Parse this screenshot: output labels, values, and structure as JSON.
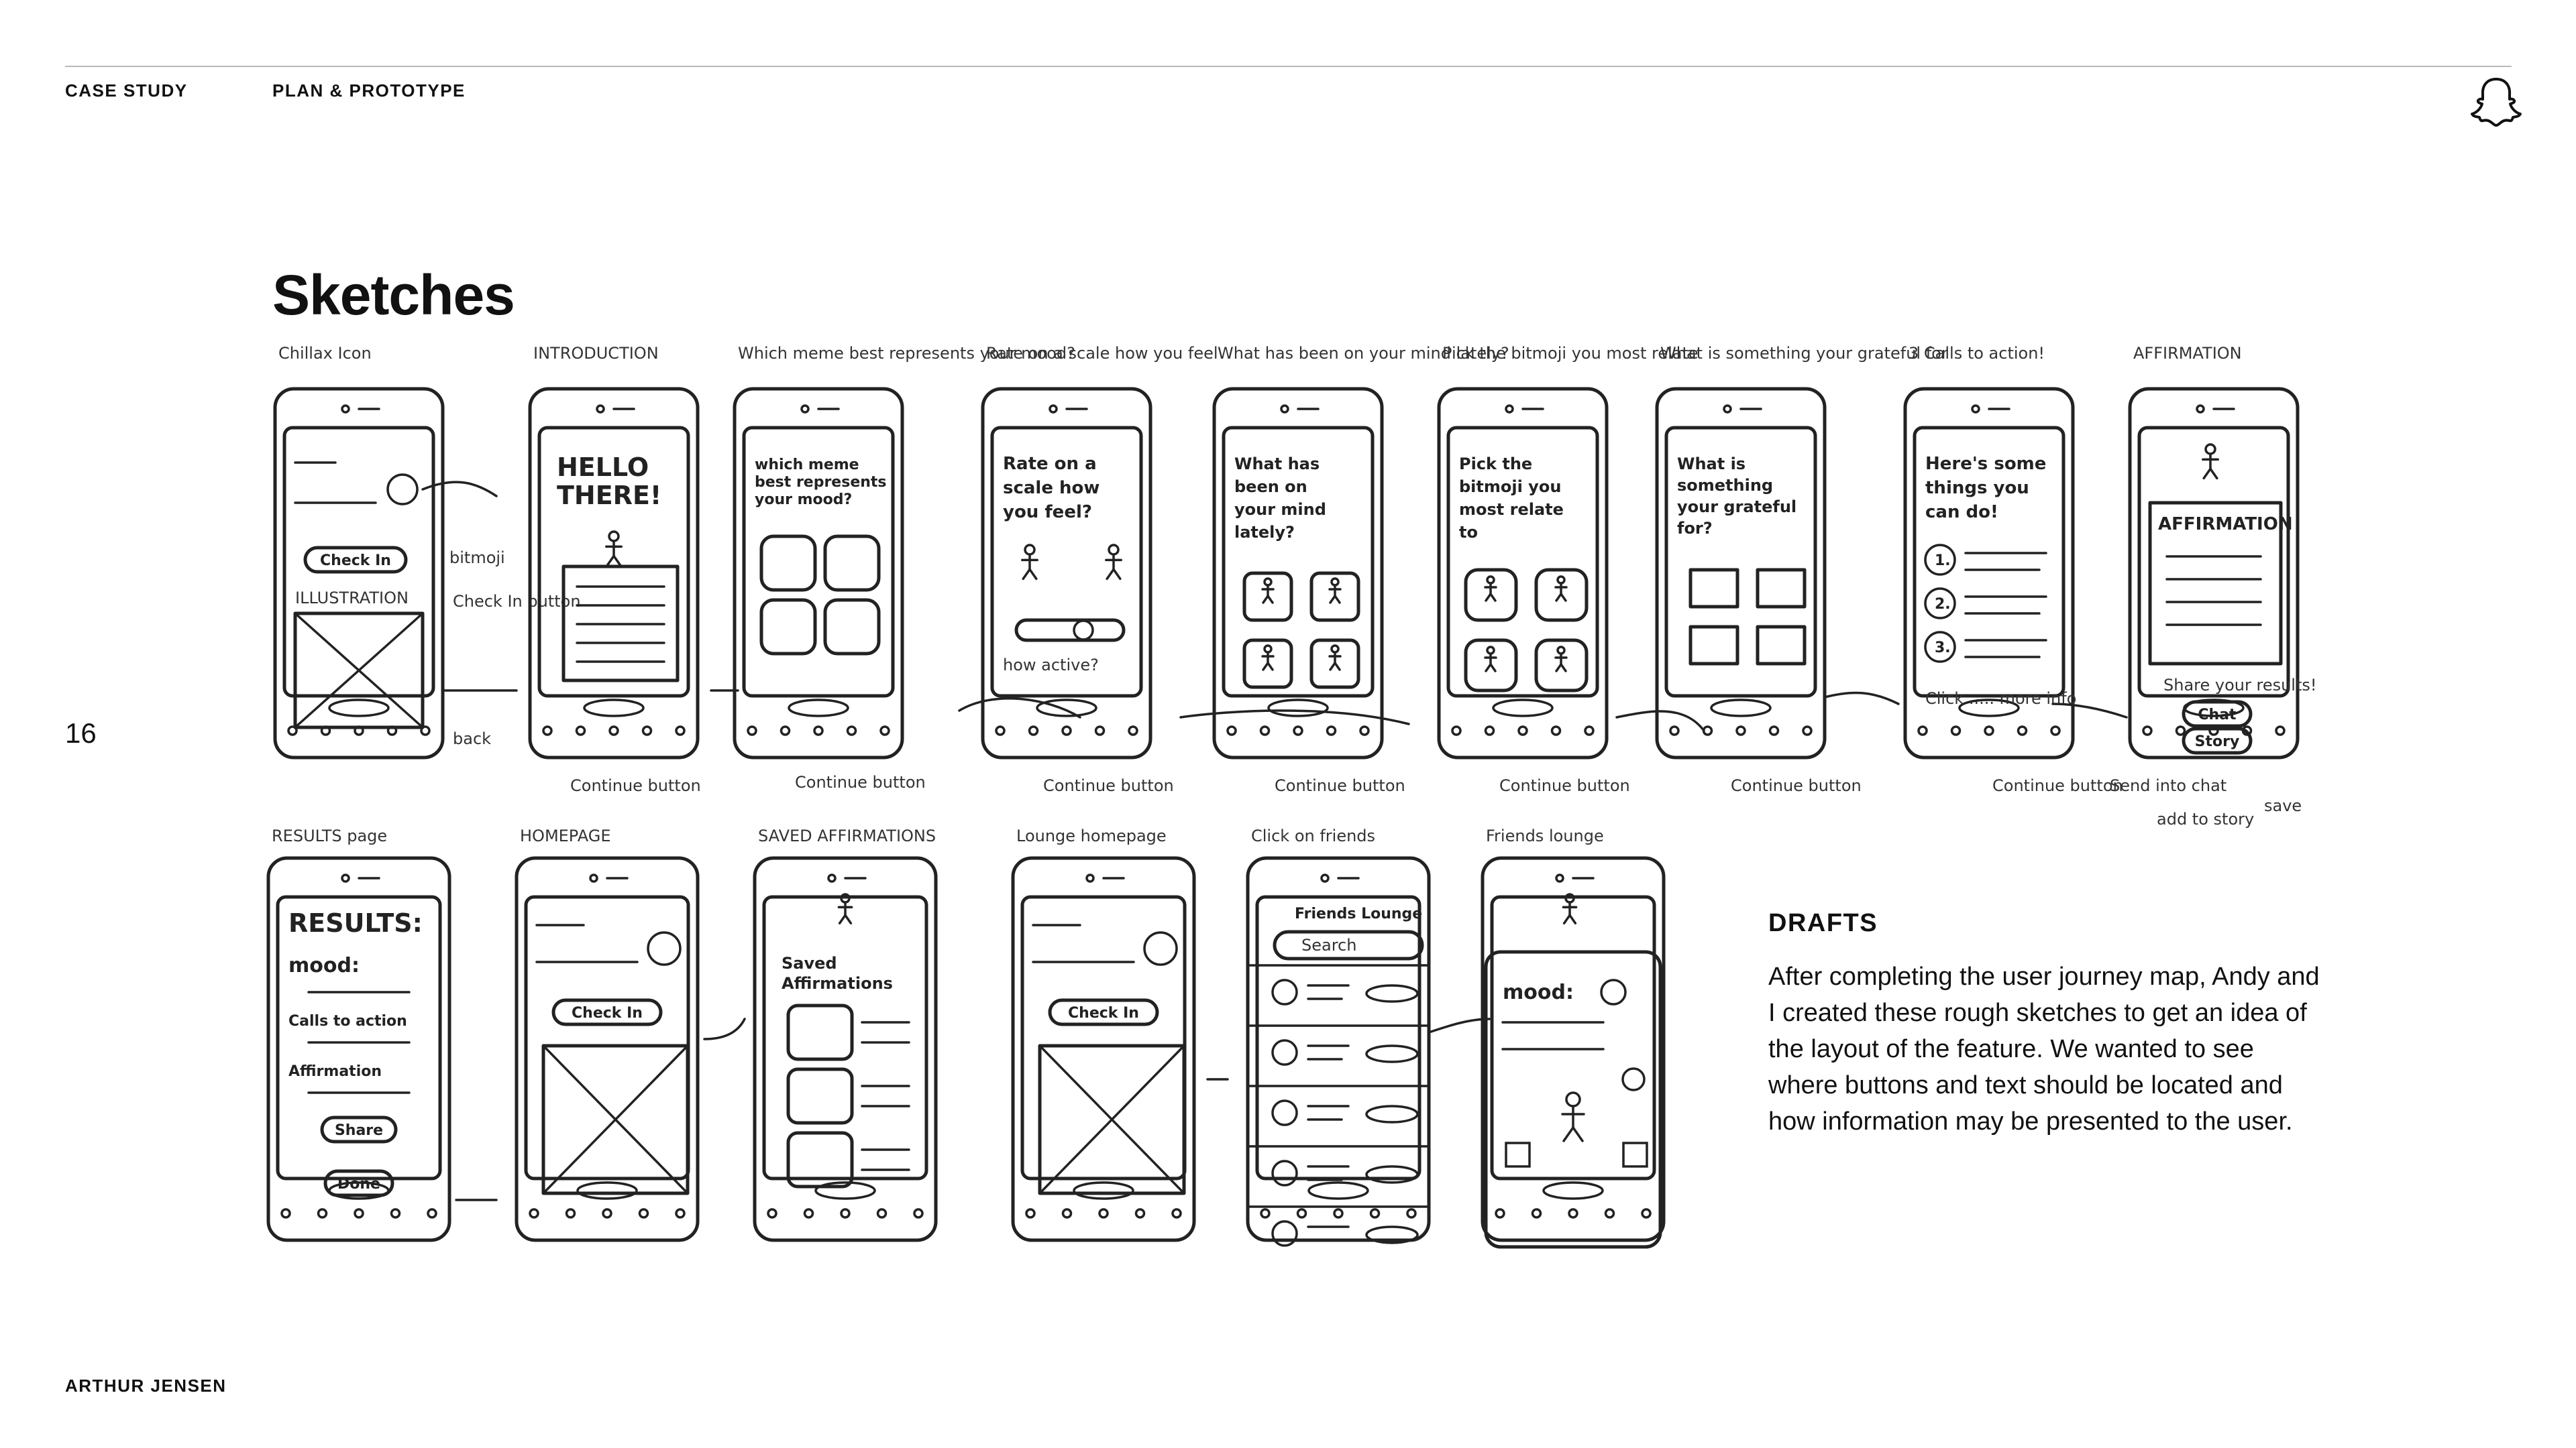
{
  "header": {
    "case_study": "CASE STUDY",
    "section": "PLAN & PROTOTYPE"
  },
  "page_number": "16",
  "title": "Sketches",
  "author": "ARTHUR JENSEN",
  "drafts": {
    "heading": "DRAFTS",
    "body": "After completing the user journey map, Andy and I created these rough sketches to get an idea of the layout of the feature. We wanted to see where buttons and text should be located and how information may be presented to the user."
  },
  "icons": {
    "brand": "snapchat-ghost-icon"
  },
  "sketches": {
    "row1": [
      {
        "caption": "Chillax Icon",
        "lines": [],
        "button": "Check In",
        "label": "ILLUSTRATION",
        "notes": [
          "bitmoji",
          "Check In button",
          "back"
        ]
      },
      {
        "caption": "INTRODUCTION",
        "lines": [
          "HELLO",
          "THERE!"
        ],
        "notes": [
          "Continue button"
        ]
      },
      {
        "caption": "Which meme best represents your mood?",
        "lines": [
          "which meme",
          "best represents",
          "your mood?"
        ],
        "notes": [
          "Continue button"
        ]
      },
      {
        "caption": "Rate on a scale how you feel",
        "lines": [
          "Rate on a",
          "scale how",
          "you feel?"
        ],
        "extra": "how active?",
        "notes": [
          "Continue button"
        ]
      },
      {
        "caption": "What has been on your mind lately?",
        "lines": [
          "What has",
          "been on",
          "your mind",
          "lately?"
        ],
        "notes": [
          "Continue button"
        ]
      },
      {
        "caption": "Pick the bitmoji you most relate",
        "lines": [
          "Pick the",
          "bitmoji you",
          "most relate",
          "to"
        ],
        "notes": [
          "Continue button"
        ]
      },
      {
        "caption": "What is something your grateful for",
        "lines": [
          "What is",
          "something",
          "your grateful",
          "for?"
        ],
        "notes": [
          "Continue button"
        ]
      },
      {
        "caption": "3 Calls to action!",
        "lines": [
          "Here's some",
          "things you",
          "can do!"
        ],
        "extra": "Click ..... more info",
        "notes": [
          "Continue button"
        ]
      },
      {
        "caption": "AFFIRMATION",
        "lines": [
          "AFFIRMATION"
        ],
        "extra": "Share your results!",
        "buttons": [
          "Chat",
          "Story"
        ],
        "notes": [
          "Send into chat",
          "add to story",
          "save"
        ]
      }
    ],
    "row2": [
      {
        "caption": "RESULTS page",
        "lines": [
          "RESULTS:",
          "mood:",
          "Calls to action",
          "Affirmation"
        ],
        "buttons": [
          "Share",
          "Done"
        ]
      },
      {
        "caption": "HOMEPAGE",
        "button": "Check In"
      },
      {
        "caption": "SAVED AFFIRMATIONS",
        "lines": [
          "Saved",
          "Affirmations"
        ]
      },
      {
        "caption": "Lounge homepage",
        "button": "Check In"
      },
      {
        "caption": "Click on friends",
        "lines": [
          "Friends Lounge"
        ],
        "search": "Search"
      },
      {
        "caption": "Friends lounge",
        "lines": [
          "mood:"
        ]
      }
    ]
  }
}
